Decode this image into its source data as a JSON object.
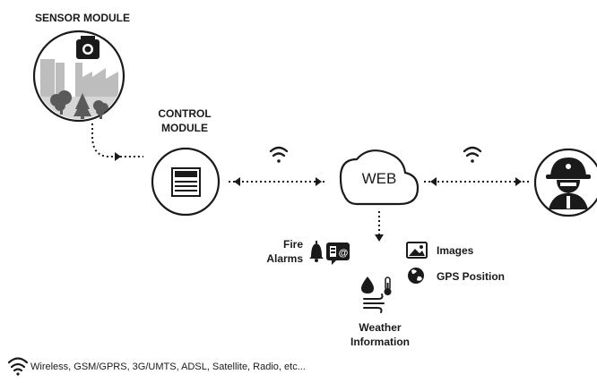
{
  "labels": {
    "sensor_module": "SENSOR MODULE",
    "control_module_line1": "CONTROL",
    "control_module_line2": "MODULE",
    "web": "WEB",
    "fire_line1": "Fire",
    "fire_line2": "Alarms",
    "images": "Images",
    "gps": "GPS Position",
    "weather_line1": "Weather",
    "weather_line2": "Information"
  },
  "footer": {
    "legend_text": "Wireless, GSM/GPRS, 3G/UMTS, ADSL, Satellite, Radio, etc...",
    "icon": "wifi-icon"
  },
  "icons": {
    "sensor": "camera-icon",
    "control": "control-panel-icon",
    "link_1": "wifi-icon",
    "link_2": "wifi-icon",
    "user": "firefighter-icon",
    "fire": "bell-icon",
    "images": "image-icon",
    "gps": "globe-icon",
    "weather": "weather-icon"
  },
  "colors": {
    "ink": "#1a1a1a",
    "factory": "#bdbdbd",
    "tree": "#5a5a5a"
  }
}
